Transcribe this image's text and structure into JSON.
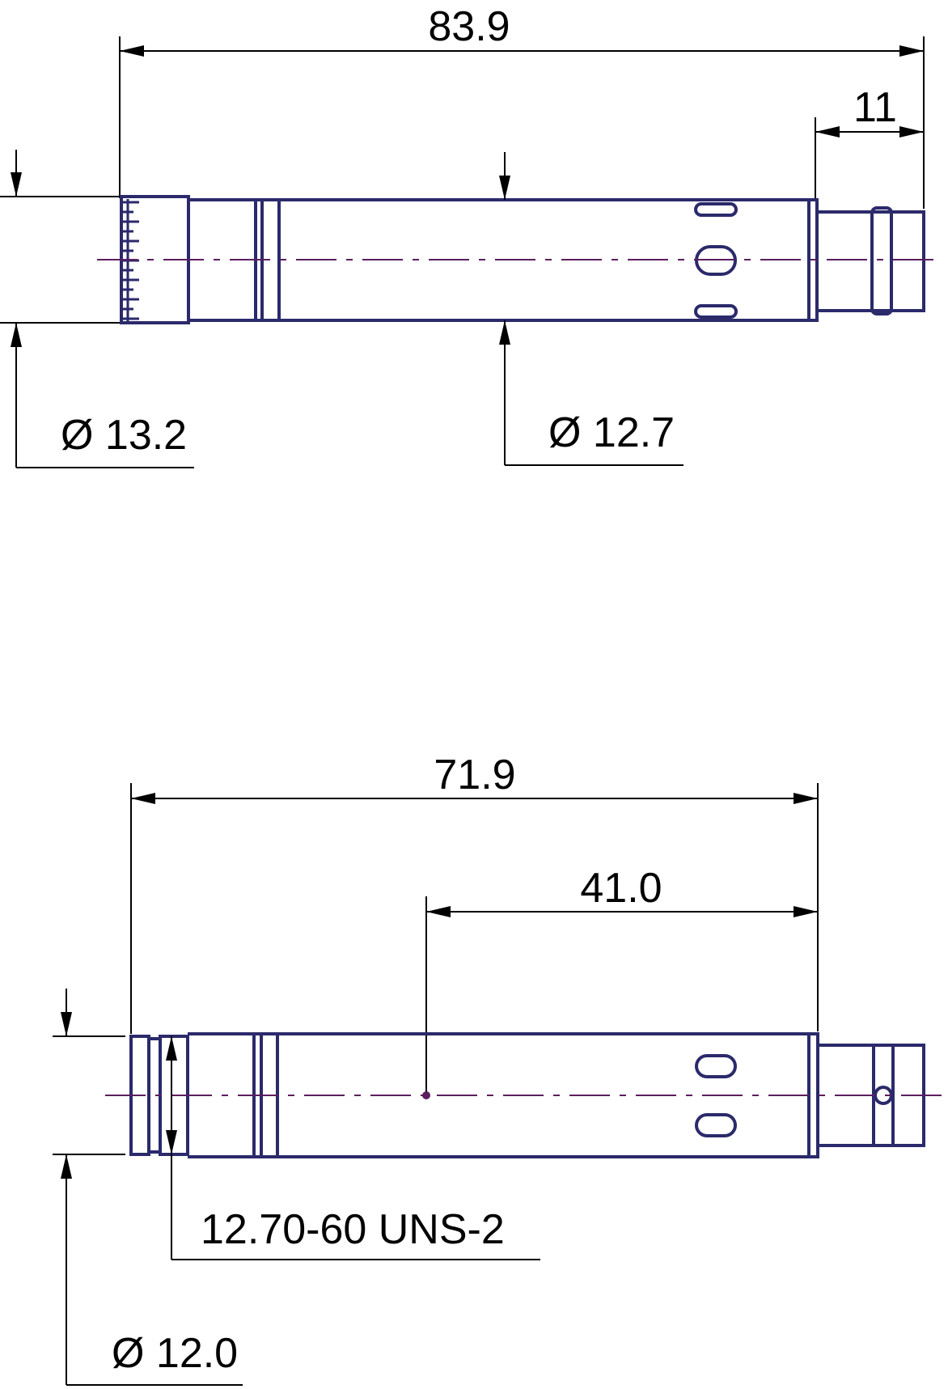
{
  "views": {
    "top": {
      "overall_length": "83.9",
      "connector_length": "11",
      "diameter_left": "Ø 13.2",
      "diameter_body": "Ø 12.7"
    },
    "bottom": {
      "overall_length": "71.9",
      "partial_length": "41.0",
      "thread_spec": "12.70-60 UNS-2",
      "diameter_left": "Ø 12.0"
    }
  },
  "colors": {
    "outline": "#2b2a6b",
    "centerline": "#5b1e5e",
    "dimension": "#000000"
  }
}
